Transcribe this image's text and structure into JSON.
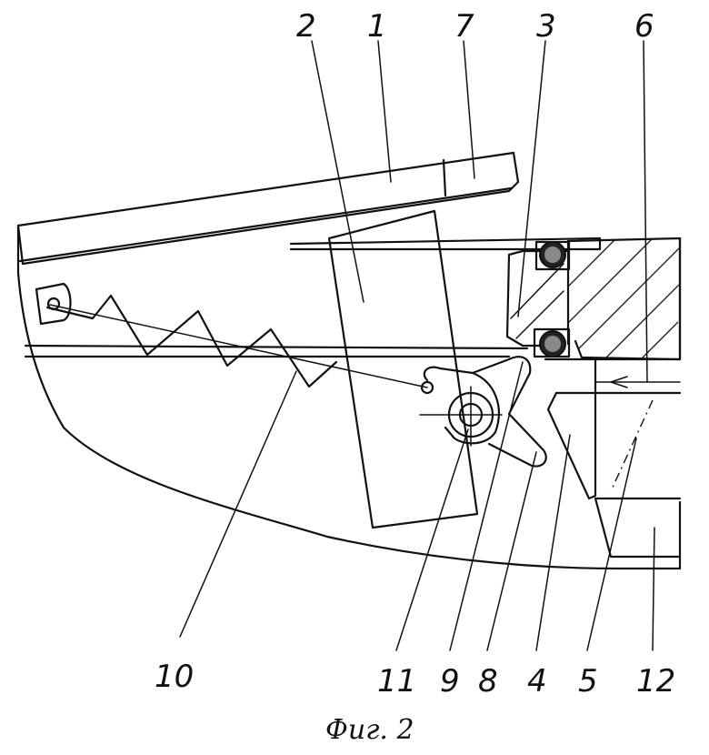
{
  "figure": {
    "caption": "Фиг. 2",
    "callouts": {
      "c1": "1",
      "c2": "2",
      "c3": "3",
      "c4": "4",
      "c5": "5",
      "c6": "6",
      "c7": "7",
      "c8": "8",
      "c9": "9",
      "c10": "10",
      "c11": "11",
      "c12": "12"
    }
  }
}
